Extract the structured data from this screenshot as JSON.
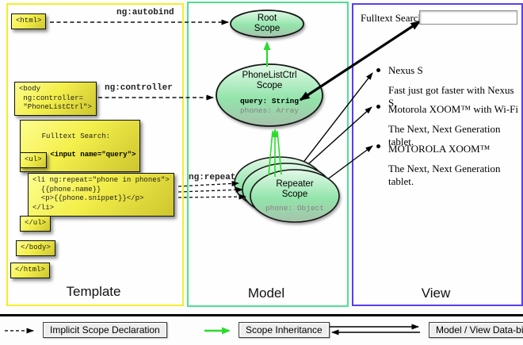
{
  "diagram": {
    "columns": {
      "template": {
        "title": "Template",
        "border_color": "#f2ef2a",
        "boxes": {
          "html_open": "<html>",
          "body_open": "<body\n ng:controller=\n \"PhoneListCtrl\">",
          "fulltext_label": "Fulltext Search:",
          "fulltext_input": "  <input name=\"query\">",
          "ul_open": "<ul>",
          "li_repeat": "<li ng:repeat=\"phone in phones\">\n  {{phone.name}}\n  <p>{{phone.snippet}}</p>\n</li>",
          "ul_close": "</ul>",
          "body_close": "</body>",
          "html_close": "</html>"
        }
      },
      "model": {
        "title": "Model",
        "border_color": "#4fe092",
        "scopes": {
          "root": {
            "line1": "Root",
            "line2": "Scope"
          },
          "phonelist": {
            "line1": "PhoneListCtrl",
            "line2": "Scope",
            "prop1": "query: String",
            "prop2": "phones: Array"
          },
          "repeater": {
            "line1": "Repeater",
            "line2": "Scope",
            "prop1": "phone: Object"
          }
        }
      },
      "view": {
        "title": "View",
        "border_color": "#5a3df2",
        "fulltext_label": "Fulltext Search:",
        "items": [
          {
            "title": "Nexus S",
            "desc": "Fast just got faster with Nexus S."
          },
          {
            "title": "Motorola XOOM™ with Wi-Fi",
            "desc": "The Next, Next Generation tablet."
          },
          {
            "title": "MOTOROLA XOOM™",
            "desc": "The Next, Next Generation tablet."
          }
        ]
      }
    },
    "arrow_labels": {
      "autobind": "ng:autobind",
      "controller": "ng:controller",
      "repeat": "ng:repeat"
    },
    "colors": {
      "scope_fill_top": "#e0f8e6",
      "scope_fill_bottom": "#8fd8a4",
      "green_arrow": "#2bdb2b",
      "code_box_fill": "#f2ee4c"
    },
    "legend": {
      "implicit": "Implicit Scope Declaration",
      "inheritance": "Scope Inheritance",
      "databinding": "Model / View Data-binding"
    }
  }
}
